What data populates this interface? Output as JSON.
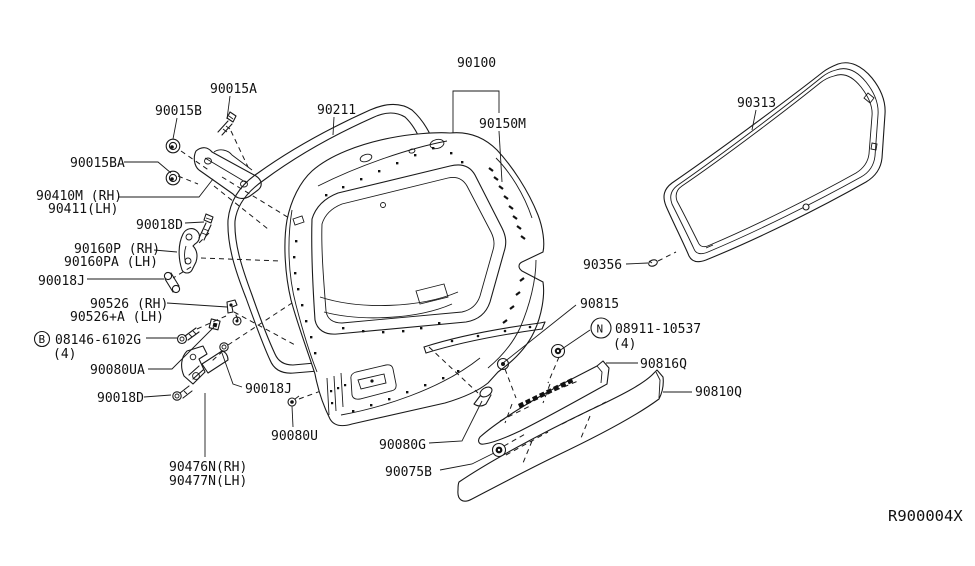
{
  "diagram": {
    "title_hint": "tailgate-back-door-parts-diagram",
    "colors": {
      "line": "#1a1a1a",
      "background": "#ffffff"
    },
    "labels": {
      "p90015A": "90015A",
      "p90015B": "90015B",
      "p90015BA": "90015BA",
      "p90410M": "90410M (RH)",
      "p90411": "90411(LH)",
      "p90018D_a": "90018D",
      "p90160P": "90160P (RH)",
      "p90160PA": "90160PA (LH)",
      "p90018J_a": "90018J",
      "p90526": "90526 (RH)",
      "p90526A": "90526+A (LH)",
      "sym_B": "B",
      "p08146": "08146-6102G",
      "qty_B": "(4)",
      "p90080UA": "90080UA",
      "p90018D_b": "90018D",
      "p90018J_b": "90018J",
      "p90080U": "90080U",
      "p90476N": "90476N(RH)",
      "p90477N": "90477N(LH)",
      "p90211": "90211",
      "p90100": "90100",
      "p90150M": "90150M",
      "p90313": "90313",
      "p90356": "90356",
      "p90815": "90815",
      "sym_N": "N",
      "p08911": "08911-10537",
      "qty_N": "(4)",
      "p90816Q": "90816Q",
      "p90810Q": "90810Q",
      "p90080G": "90080G",
      "p90075B": "90075B",
      "ref": "R900004X"
    }
  }
}
